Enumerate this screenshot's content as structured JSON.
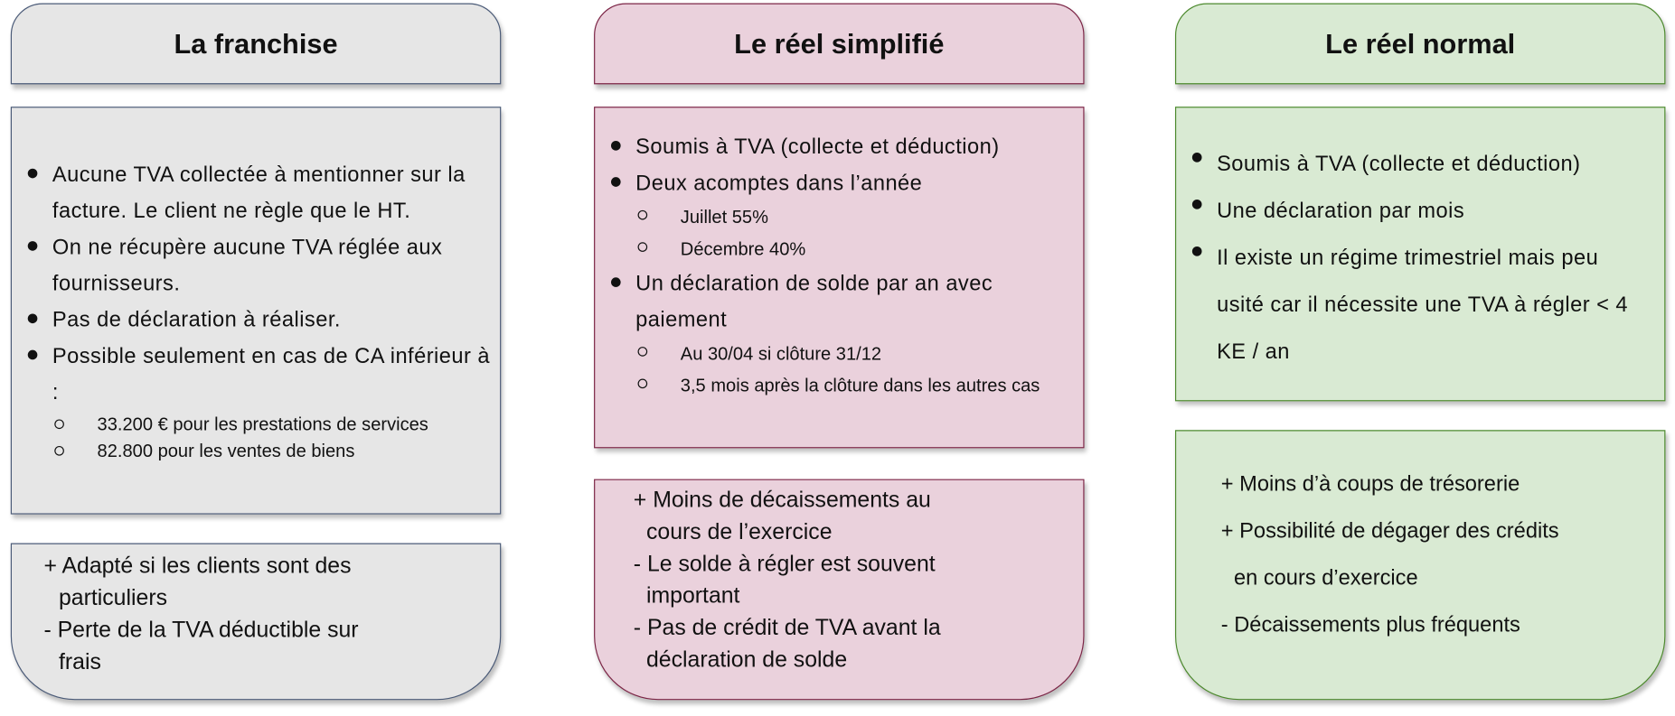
{
  "columns": [
    {
      "title": "La franchise",
      "bullets": [
        "Aucune TVA collectée à mentionner sur la facture. Le client ne règle que le HT.",
        "On ne récupère aucune TVA réglée aux fournisseurs.",
        "Pas de déclaration à réaliser.",
        "Possible seulement en cas de CA inférieur à :"
      ],
      "sub": [
        "33.200 € pour les prestations de services",
        "82.800 pour les ventes de biens"
      ],
      "pros_cons": [
        "+ Adapté si les clients sont des",
        "particuliers",
        "-  Perte de la TVA déductible sur",
        "frais"
      ]
    },
    {
      "title": "Le réel simplifié",
      "bullets": [
        "Soumis à TVA (collecte et déduction)",
        "Deux acomptes dans l’année",
        "Un déclaration de solde par an avec paiement"
      ],
      "sub1": [
        "Juillet 55%",
        "Décembre 40%"
      ],
      "sub2": [
        "Au 30/04 si clôture 31/12",
        "3,5 mois après la clôture dans les autres cas"
      ],
      "pros_cons": [
        "+ Moins de décaissements au",
        "cours de l’exercice",
        "-  Le solde à régler est souvent",
        "important",
        "-  Pas de crédit de TVA avant la",
        "déclaration de solde"
      ]
    },
    {
      "title": "Le réel normal",
      "bullets": [
        "Soumis à TVA (collecte et déduction)",
        "Une déclaration par mois",
        "Il existe un régime trimestriel mais peu usité car il nécessite une TVA à régler < 4 KE / an"
      ],
      "pros_cons": [
        "+ Moins d’à coups de trésorerie",
        "+ Possibilité de dégager des crédits",
        "en cours d’exercice",
        "-  Décaissements plus fréquents"
      ]
    }
  ]
}
